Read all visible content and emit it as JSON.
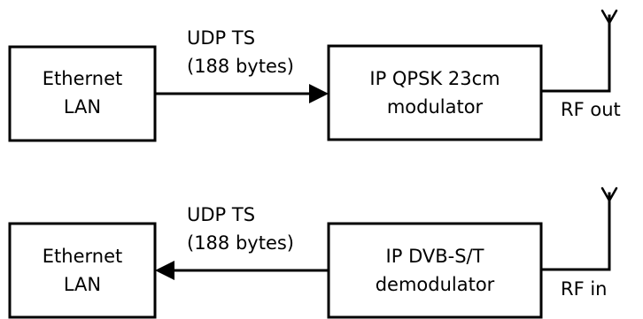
{
  "tx": {
    "lan_box": {
      "line1": "Ethernet",
      "line2": "LAN"
    },
    "link_label": {
      "line1": "UDP TS",
      "line2": "(188 bytes)"
    },
    "modulator_box": {
      "line1": "IP QPSK 23cm",
      "line2": "modulator"
    },
    "rf_label": "RF out"
  },
  "rx": {
    "lan_box": {
      "line1": "Ethernet",
      "line2": "LAN"
    },
    "link_label": {
      "line1": "UDP TS",
      "line2": "(188 bytes)"
    },
    "demodulator_box": {
      "line1": "IP DVB-S/T",
      "line2": "demodulator"
    },
    "rf_label": "RF in"
  }
}
